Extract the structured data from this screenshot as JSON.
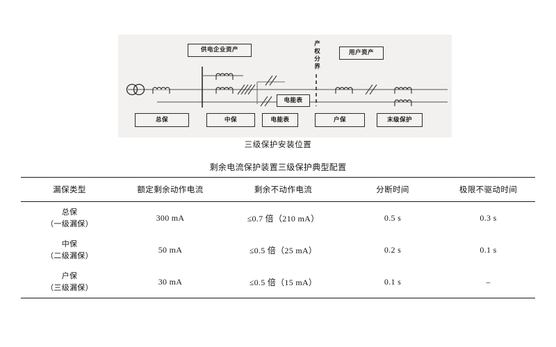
{
  "figure": {
    "name": "three-level-protection-installation-diagram",
    "caption": "三级保护安装位置",
    "top_boxes": [
      {
        "id": "supply-enterprise-assets",
        "label": "供电企业资产"
      },
      {
        "id": "user-assets",
        "label": "用户资产"
      }
    ],
    "vertical_label": "产权分界",
    "inline_boxes": [
      {
        "id": "inline-energy-meter",
        "label": "电能表"
      }
    ],
    "bottom_boxes": [
      {
        "id": "main-protection",
        "label": "总保"
      },
      {
        "id": "middle-protection",
        "label": "中保"
      },
      {
        "id": "energy-meter",
        "label": "电能表"
      },
      {
        "id": "household-protection",
        "label": "户保"
      },
      {
        "id": "final-protection",
        "label": "末级保护"
      }
    ],
    "symbols": [
      "transformer",
      "coil",
      "breaker",
      "boundary-dashed-line"
    ]
  },
  "table": {
    "caption": "剩余电流保护装置三级保护典型配置",
    "headers": [
      "漏保类型",
      "额定剩余动作电流",
      "剩余不动作电流",
      "分断时间",
      "极限不驱动时间"
    ],
    "rows": [
      {
        "type_main": "总保",
        "type_sub": "（一级漏保）",
        "rated_residual_operating_current": "300 mA",
        "residual_non_operating_current": "≤0.7 倍（210 mA）",
        "breaking_time": "0.5 s",
        "limit_non_actuating_time": "0.3 s"
      },
      {
        "type_main": "中保",
        "type_sub": "（二级漏保）",
        "rated_residual_operating_current": "50 mA",
        "residual_non_operating_current": "≤0.5 倍（25 mA）",
        "breaking_time": "0.2 s",
        "limit_non_actuating_time": "0.1 s"
      },
      {
        "type_main": "户保",
        "type_sub": "（三级漏保）",
        "rated_residual_operating_current": "30 mA",
        "residual_non_operating_current": "≤0.5 倍（15 mA）",
        "breaking_time": "0.1 s",
        "limit_non_actuating_time": "–"
      }
    ]
  },
  "colors": {
    "page_background": "#ffffff",
    "figure_background": "#f2f1ef",
    "ink": "#1a1a1a",
    "rule": "#1a1a1a"
  }
}
